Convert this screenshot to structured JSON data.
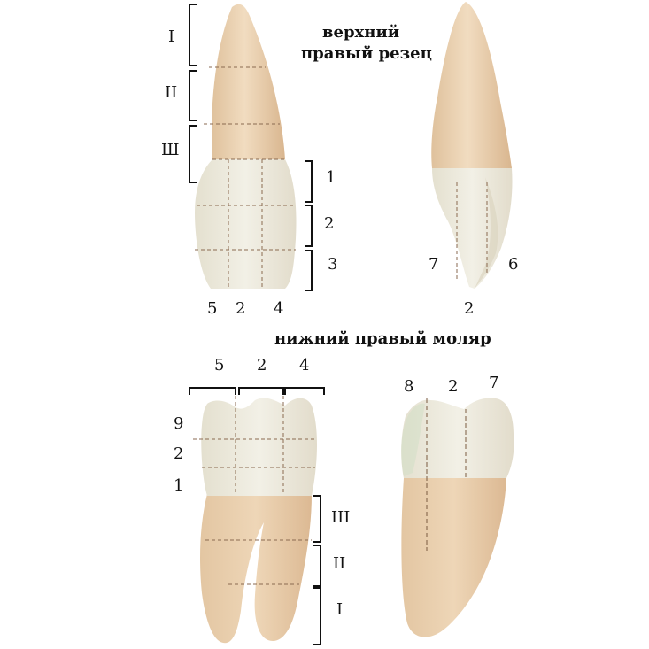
{
  "titles": {
    "upper_line1": "верхний",
    "upper_line2": "правый резец",
    "lower": "нижний правый моляр"
  },
  "incisor_front": {
    "root_thirds": [
      "I",
      "II",
      "Ш"
    ],
    "crown_thirds": [
      "1",
      "2",
      "3"
    ],
    "bottom_labels": [
      "5",
      "2",
      "4"
    ]
  },
  "incisor_side": {
    "left": "7",
    "right": "6",
    "bottom": "2"
  },
  "molar_front": {
    "top_labels": [
      "5",
      "2",
      "4"
    ],
    "crown_thirds": [
      "9",
      "2",
      "1"
    ],
    "root_thirds": [
      "III",
      "II",
      "I"
    ]
  },
  "molar_side": {
    "top_labels": [
      "8",
      "2",
      "7"
    ]
  },
  "colors": {
    "crown": "#ece9dc",
    "root": "#e8cfae",
    "root_shade": "#dcb994",
    "dash": "#8a6a50"
  }
}
